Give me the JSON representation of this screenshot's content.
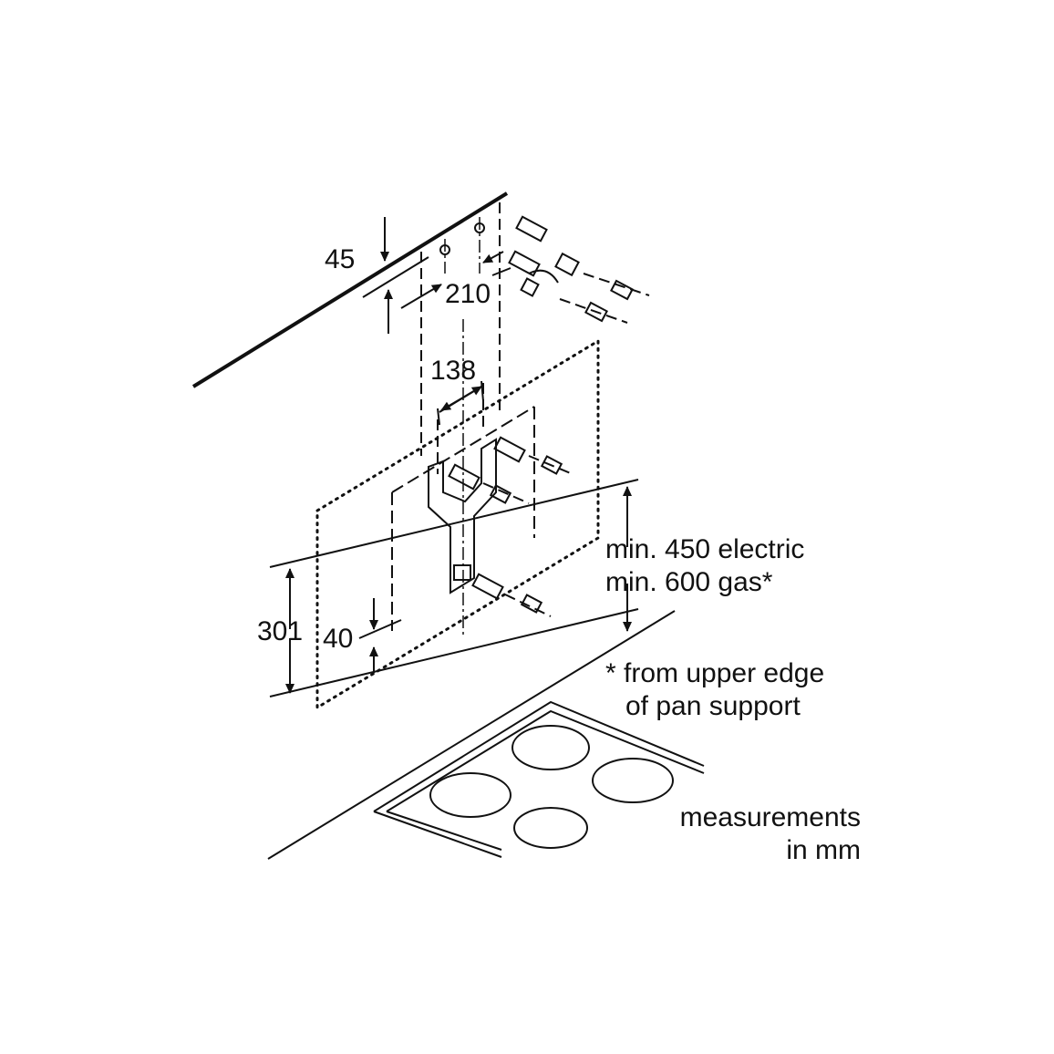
{
  "diagram": {
    "dimensions": {
      "top_offset": "45",
      "hole_spacing_top": "210",
      "hole_spacing_middle": "138",
      "height_range": "301",
      "lower_offset": "40"
    },
    "clearance": {
      "line1": "min. 450 electric",
      "line2": "min. 600 gas*"
    },
    "footnote": {
      "line1": "* from upper edge",
      "line2": "of pan support"
    },
    "units_note": {
      "line1": "measurements",
      "line2": "in mm"
    },
    "colors": {
      "stroke": "#111111",
      "background": "#ffffff"
    }
  }
}
